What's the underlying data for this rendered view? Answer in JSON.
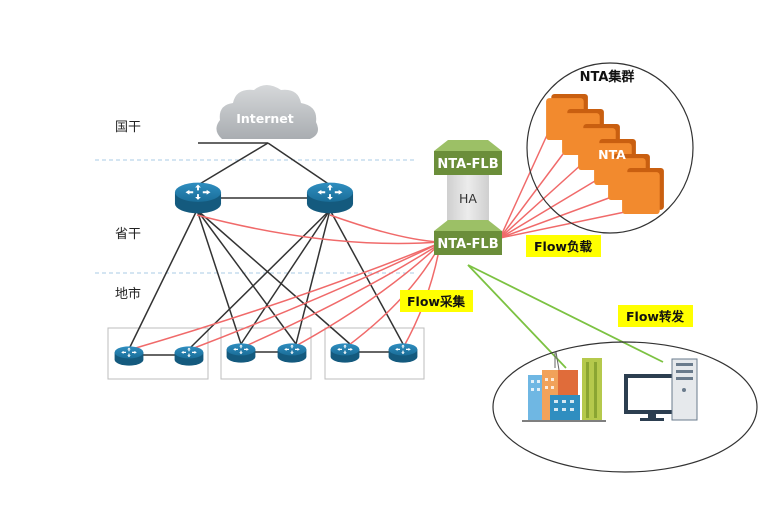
{
  "tiers": {
    "backbone": "国干",
    "provincial": "省干",
    "metro": "地市"
  },
  "internet": "Internet",
  "flb": {
    "top": "NTA-FLB",
    "bottom": "NTA-FLB",
    "ha": "HA"
  },
  "cluster": {
    "title": "NTA集群",
    "node": "NTA"
  },
  "tags": {
    "collect": "Flow采集",
    "balance": "Flow负载",
    "forward": "Flow转发"
  },
  "colors": {
    "router": "#1a6e99",
    "flb": "#7ea24a",
    "nta": "#f28a2e",
    "flow_red": "#f06a6a",
    "flow_green": "#7cc242",
    "tag_bg": "#ffff00"
  }
}
